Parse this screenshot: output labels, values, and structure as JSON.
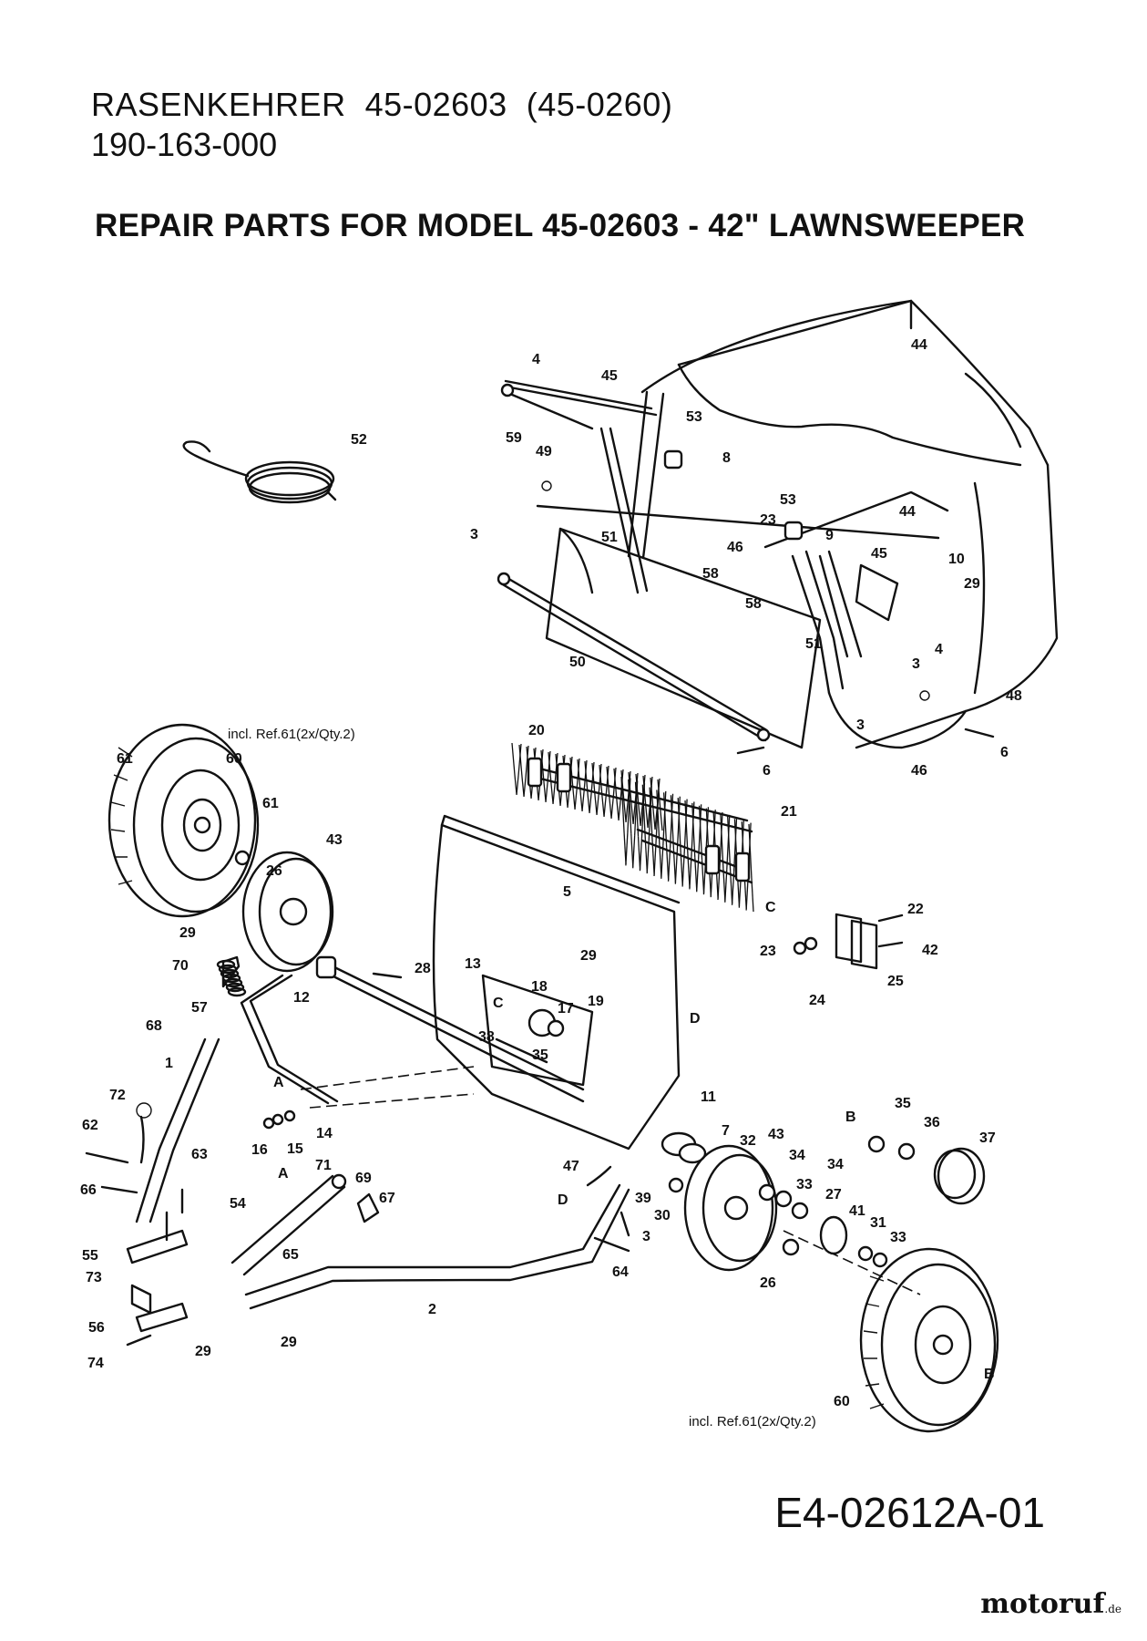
{
  "header": {
    "line1": "RASENKEHRER  45-02603  (45-0260)",
    "line2": "190-163-000",
    "title": "REPAIR PARTS FOR MODEL 45-02603 - 42\" LAWNSWEEPER"
  },
  "notes": {
    "wheel_left": "incl. Ref.61(2x/Qty.2)",
    "wheel_right": "incl. Ref.61(2x/Qty.2)"
  },
  "footer": {
    "drawing_code": "E4-02612A-01",
    "brand": "motoruf",
    "brand_suffix": ".de"
  },
  "callouts": {
    "c52": "52",
    "c4a": "4",
    "c45a": "45",
    "c44a": "44",
    "c59": "59",
    "c53a": "53",
    "c49": "49",
    "c8": "8",
    "c3a": "3",
    "c51a": "51",
    "c23a": "23",
    "c53b": "53",
    "c46a": "46",
    "c44b": "44",
    "c9": "9",
    "c45b": "45",
    "c10": "10",
    "c58a": "58",
    "c29a": "29",
    "c58b": "58",
    "c4b": "4",
    "c51b": "51",
    "c3b": "3",
    "c50": "50",
    "c3c": "3",
    "c48": "48",
    "c6a": "6",
    "c6b": "6",
    "c46b": "46",
    "c20": "20",
    "c21": "21",
    "cC1": "C",
    "c61a": "61",
    "c60a": "60",
    "c61b": "61",
    "c26a": "26",
    "c43a": "43",
    "c5": "5",
    "c29b": "29",
    "c22": "22",
    "c23b": "23",
    "c42": "42",
    "c25": "25",
    "c24": "24",
    "c70": "70",
    "c12": "12",
    "c28": "28",
    "c13": "13",
    "c29c": "29",
    "c18": "18",
    "cC2": "C",
    "c17": "17",
    "c19": "19",
    "cD1": "D",
    "c57": "57",
    "c68": "68",
    "c38": "38",
    "c35a": "35",
    "c1": "1",
    "cA1": "A",
    "c11": "11",
    "c72": "72",
    "c16": "16",
    "c15": "15",
    "c14": "14",
    "c7": "7",
    "c32": "32",
    "c43b": "43",
    "cB1": "B",
    "c35b": "35",
    "c36": "36",
    "c37": "37",
    "c62": "62",
    "c63": "63",
    "c47": "47",
    "c34a": "34",
    "c34b": "34",
    "c33a": "33",
    "c71": "71",
    "cA2": "A",
    "c69": "69",
    "c66": "66",
    "c67": "67",
    "c39": "39",
    "cD2": "D",
    "c30": "30",
    "c3d": "3",
    "c27": "27",
    "c41": "41",
    "c31": "31",
    "c33b": "33",
    "c54": "54",
    "c65": "65",
    "c55": "55",
    "c73": "73",
    "c64": "64",
    "c26b": "26",
    "c2": "2",
    "c56": "56",
    "c29d": "29",
    "c29e": "29",
    "c74": "74",
    "cB2": "B",
    "c60b": "60"
  }
}
